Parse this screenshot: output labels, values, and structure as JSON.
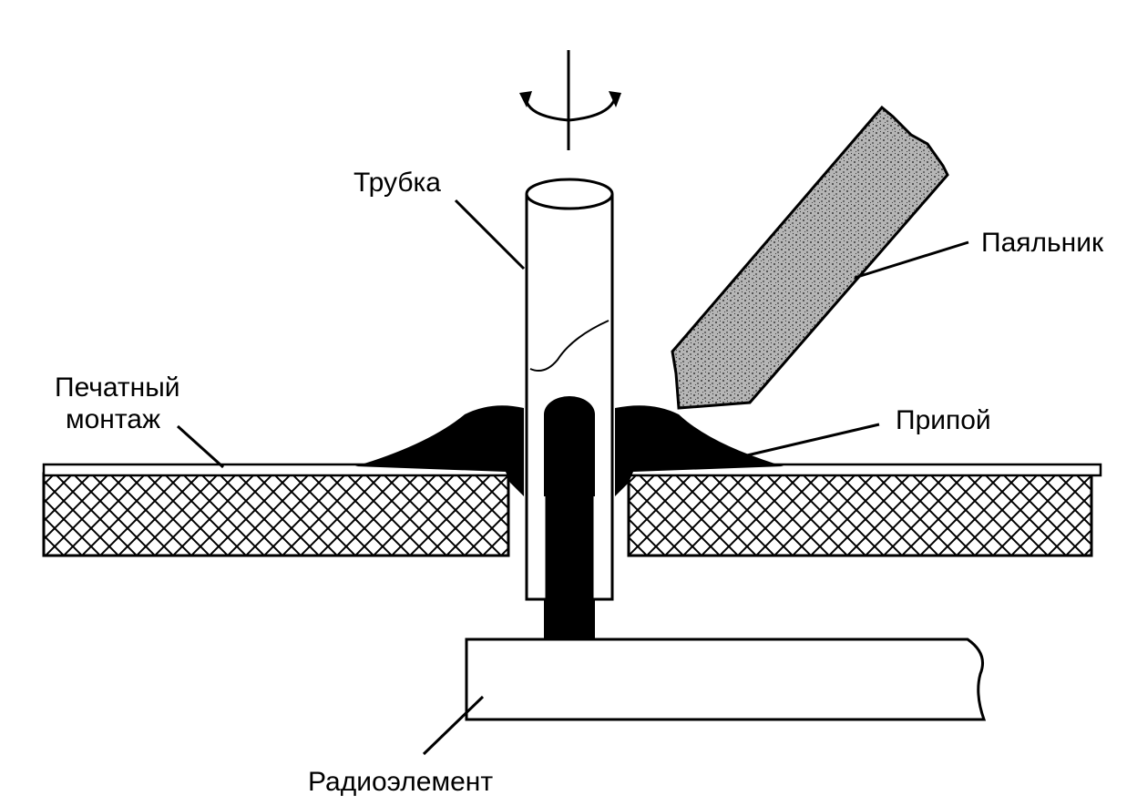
{
  "labels": {
    "tube": "Трубка",
    "soldering_iron": "Паяльник",
    "printed_wiring_line1": "Печатный",
    "printed_wiring_line2": "монтаж",
    "solder": "Припой",
    "radio_component": "Радиоэлемент"
  },
  "colors": {
    "ink": "#000000",
    "paper": "#ffffff",
    "iron_fill": "#9a9a9a"
  }
}
